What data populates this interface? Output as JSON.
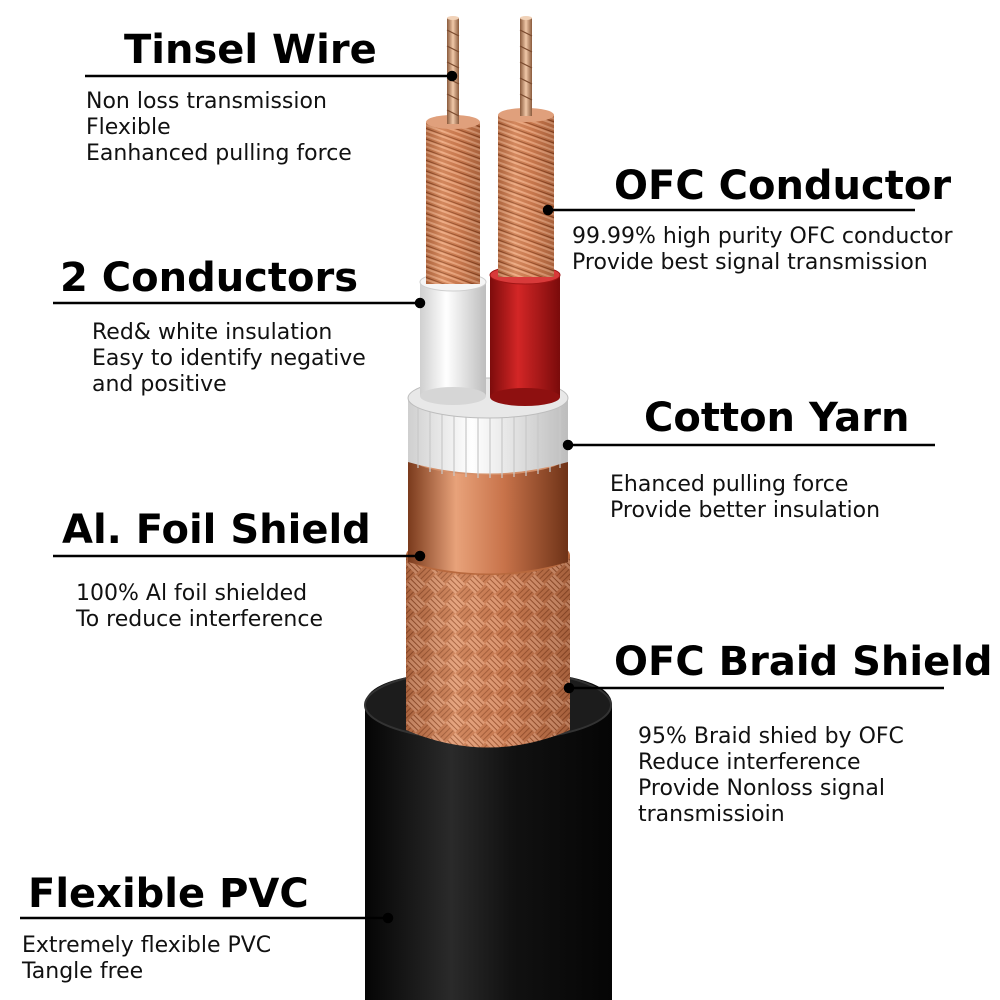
{
  "labels": [
    {
      "title": "Tinsel Wire",
      "lines": [
        "Non loss transmission",
        "Flexible",
        "Eanhanced pulling force"
      ]
    },
    {
      "title": "OFC Conductor",
      "lines": [
        "99.99% high purity OFC conductor",
        "Provide best signal transmission"
      ]
    },
    {
      "title": "2 Conductors",
      "lines": [
        "Red& white insulation",
        "Easy to identify negative",
        "and positive"
      ]
    },
    {
      "title": "Cotton Yarn",
      "lines": [
        "Ehanced pulling force",
        "Provide better insulation"
      ]
    },
    {
      "title": "Al. Foil Shield",
      "lines": [
        "100% Al foil shielded",
        "To reduce interference"
      ]
    },
    {
      "title": "OFC Braid Shield",
      "lines": [
        "95% Braid shied by OFC",
        "Reduce interference",
        "Provide Nonloss signal",
        "transmissioin"
      ]
    },
    {
      "title": "Flexible PVC",
      "lines": [
        "Extremely flexible PVC",
        "Tangle free"
      ]
    }
  ],
  "colors": {
    "pvc_jacket": "#151515",
    "copper": "#c97a4e",
    "red_insulation": "#c01c1c",
    "white_insulation": "#f2f2f2",
    "leader_line": "#000000"
  }
}
